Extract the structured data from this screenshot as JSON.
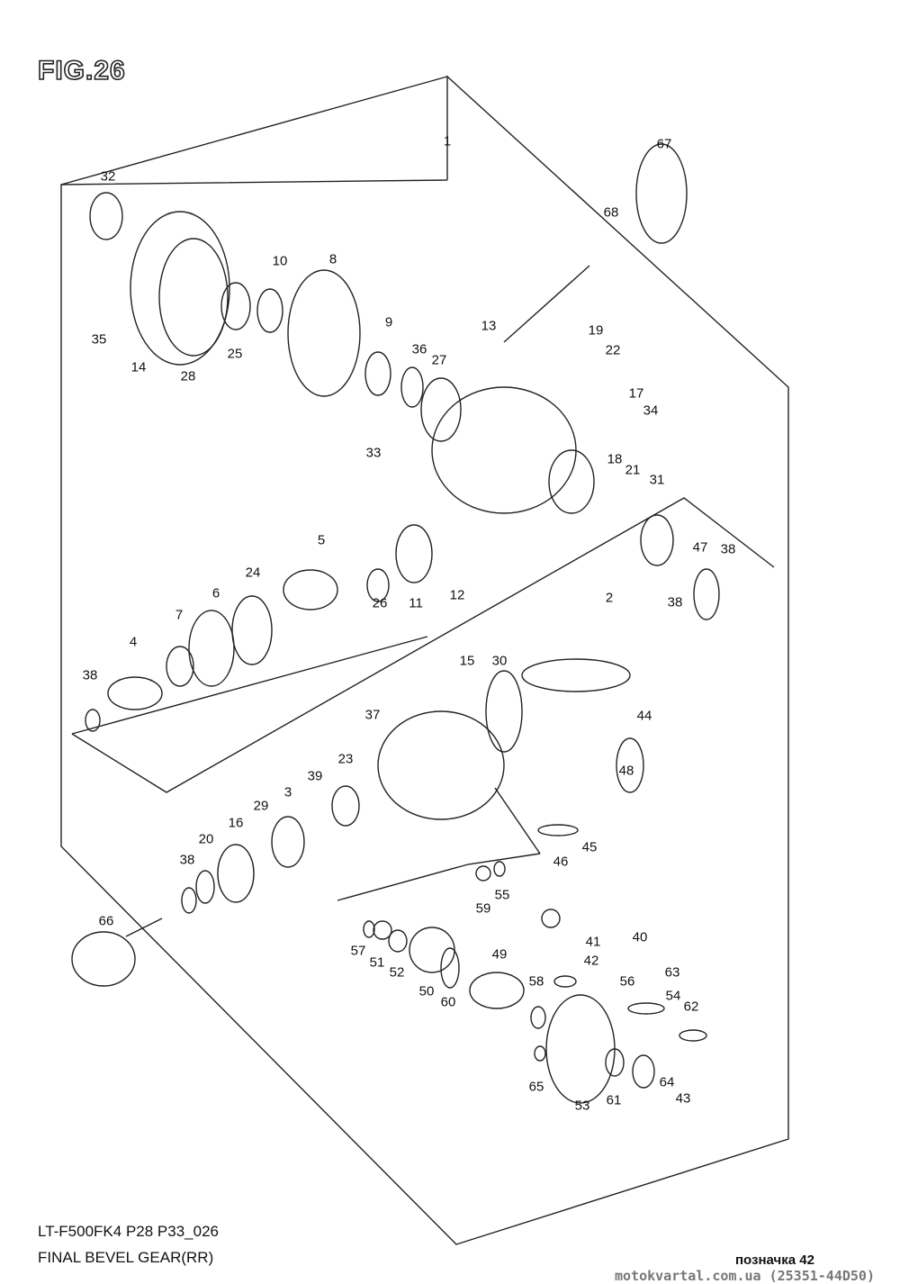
{
  "figure": {
    "label": "FIG.26"
  },
  "footer": {
    "model_code": "LT-F500FK4 P28 P33_026",
    "title": "FINAL BEVEL GEAR(RR)",
    "note": "позначка 42",
    "site": "motokvartal.com.ua (25351-44D50)"
  },
  "callouts": [
    "1",
    "67",
    "68",
    "32",
    "10",
    "8",
    "35",
    "14",
    "28",
    "25",
    "9",
    "13",
    "19",
    "22",
    "36",
    "27",
    "17",
    "34",
    "33",
    "18",
    "21",
    "31",
    "47",
    "38",
    "5",
    "24",
    "6",
    "26",
    "11",
    "12",
    "7",
    "38",
    "2",
    "4",
    "38",
    "15",
    "30",
    "37",
    "44",
    "23",
    "39",
    "48",
    "3",
    "29",
    "16",
    "20",
    "38",
    "46",
    "45",
    "59",
    "55",
    "66",
    "40",
    "41",
    "42",
    "49",
    "57",
    "51",
    "52",
    "56",
    "58",
    "63",
    "54",
    "62",
    "50",
    "60",
    "64",
    "65",
    "53",
    "61",
    "43"
  ]
}
